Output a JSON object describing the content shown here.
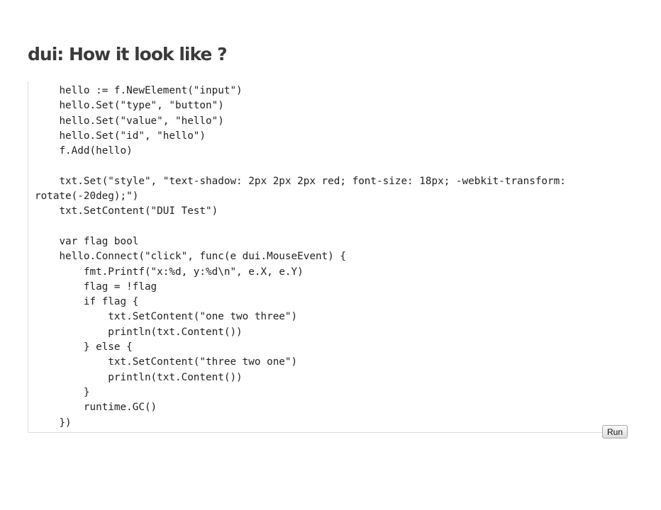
{
  "title": "dui: How it look like ?",
  "code_lines": [
    "    hello := f.NewElement(\"input\")",
    "    hello.Set(\"type\", \"button\")",
    "    hello.Set(\"value\", \"hello\")",
    "    hello.Set(\"id\", \"hello\")",
    "    f.Add(hello)",
    "",
    "    txt.Set(\"style\", \"text-shadow: 2px 2px 2px red; font-size: 18px; -webkit-transform: rotate(-20deg);\")",
    "    txt.SetContent(\"DUI Test\")",
    "",
    "    var flag bool",
    "    hello.Connect(\"click\", func(e dui.MouseEvent) {",
    "        fmt.Printf(\"x:%d, y:%d\\n\", e.X, e.Y)",
    "        flag = !flag",
    "        if flag {",
    "            txt.SetContent(\"one two three\")",
    "            println(txt.Content())",
    "        } else {",
    "            txt.SetContent(\"three two one\")",
    "            println(txt.Content())",
    "        }",
    "        runtime.GC()",
    "    })"
  ],
  "run_label": "Run"
}
